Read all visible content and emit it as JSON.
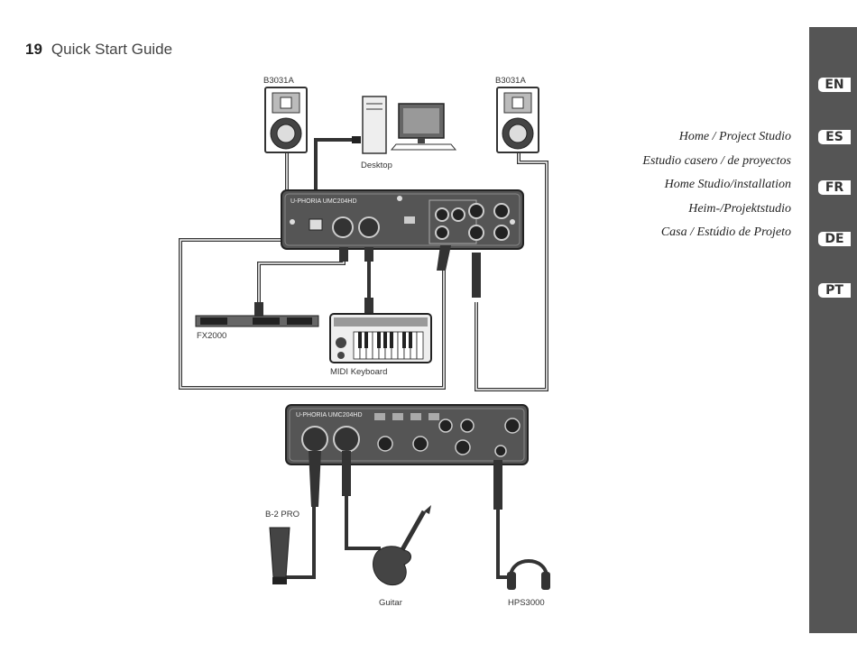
{
  "page": {
    "number": "19",
    "title": "Quick Start Guide"
  },
  "labels": {
    "speaker_left": "B3031A",
    "speaker_right": "B3031A",
    "desktop": "Desktop",
    "fx": "FX2000",
    "midi": "MIDI Keyboard",
    "mic": "B-2 PRO",
    "guitar": "Guitar",
    "headphones": "HPS3000",
    "device_top": "U-PHORIA UMC204HD",
    "device_front": "U-PHORIA UMC204HD"
  },
  "studio_titles": [
    "Home / Project Studio",
    "Estudio casero / de proyectos",
    "Home Studio/installation",
    "Heim-/Projektstudio",
    "Casa / Estúdio de Projeto"
  ],
  "languages": [
    "EN",
    "ES",
    "FR",
    "DE",
    "PT"
  ]
}
